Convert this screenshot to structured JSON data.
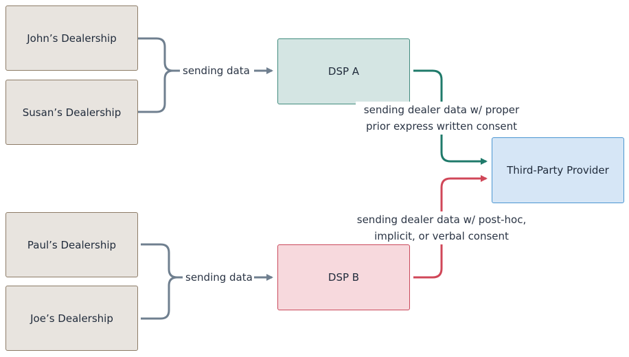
{
  "dealers": {
    "john": "John’s Dealership",
    "susan": "Susan’s Dealership",
    "paul": "Paul’s Dealership",
    "joe": "Joe’s Dealership"
  },
  "dsp_a": {
    "label": "DSP A"
  },
  "dsp_b": {
    "label": "DSP B"
  },
  "third_party": {
    "label": "Third-Party Provider"
  },
  "edges": {
    "top_sending": "sending data",
    "bottom_sending": "sending data",
    "consent_proper_line1": "sending dealer data w/ proper",
    "consent_proper_line2": "prior express written consent",
    "consent_posthoc_line1": "sending dealer data w/ post-hoc,",
    "consent_posthoc_line2": "implicit, or verbal consent"
  },
  "colors": {
    "connector_gray": "#6f7f8f",
    "connector_teal": "#1f7a6a",
    "connector_red": "#d04758"
  }
}
